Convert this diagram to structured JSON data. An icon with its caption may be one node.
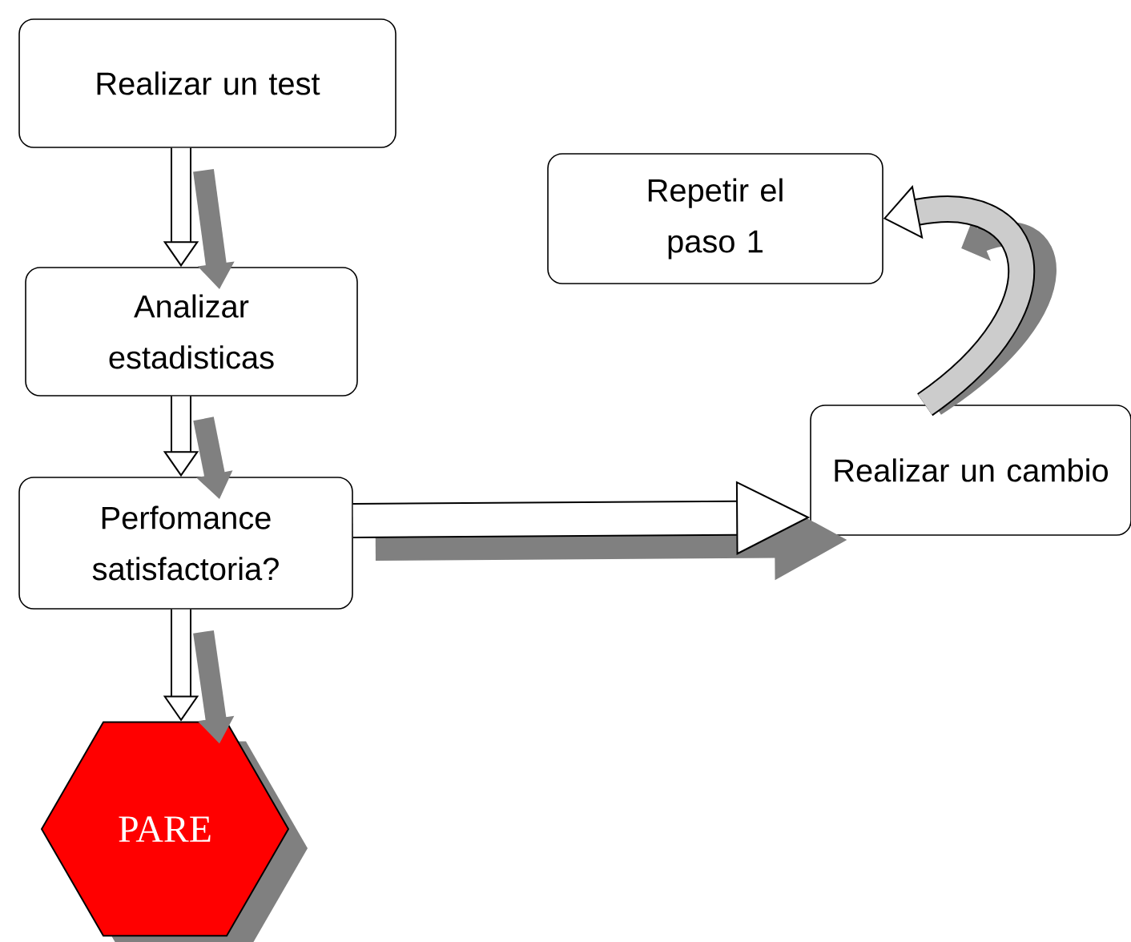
{
  "diagram": {
    "nodes": [
      {
        "text": [
          "Realizar un test"
        ]
      },
      {
        "text": [
          "Analizar estadisticas"
        ]
      },
      {
        "text": [
          "Perfomance satisfactoria?"
        ]
      },
      {
        "text": [
          "Repetir el paso 1"
        ]
      },
      {
        "text": [
          "Realizar un cambio"
        ]
      },
      {
        "text": [
          "PARE"
        ]
      }
    ],
    "edges": [
      {
        "from": 0,
        "to": 1,
        "arrow": "to"
      },
      {
        "from": 1,
        "to": 2,
        "arrow": "to"
      },
      {
        "from": 2,
        "to": 5,
        "arrow": "to"
      },
      {
        "from": 2,
        "to": 4,
        "arrow": "to"
      },
      {
        "from": 4,
        "to": 3,
        "arrow": "to",
        "color": "#000000"
      }
    ]
  }
}
